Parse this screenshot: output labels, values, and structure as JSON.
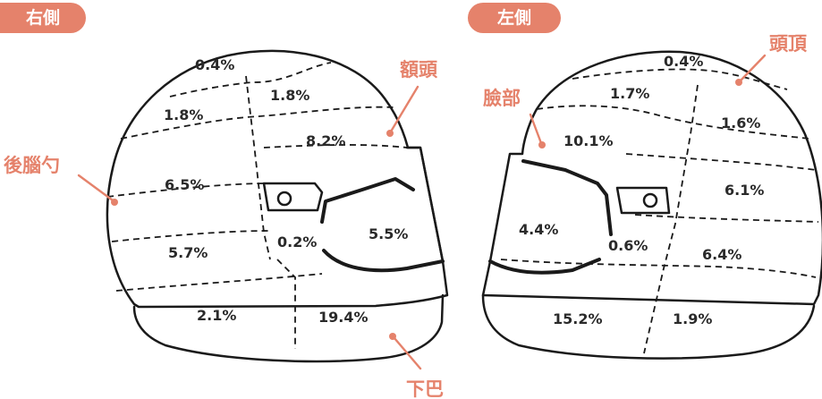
{
  "colors": {
    "accent": "#e5826b",
    "line": "#1a1a1a"
  },
  "right_side": {
    "badge": "右側",
    "regions": {
      "r1": "0.4%",
      "r2": "1.8%",
      "r3": "1.8%",
      "r4": "8.2%",
      "r5": "6.5%",
      "r6": "5.5%",
      "r7": "5.7%",
      "r8": "0.2%",
      "r9": "2.1%",
      "r10": "19.4%"
    },
    "callouts": {
      "forehead": "額頭",
      "back": "後腦勺",
      "chin": "下巴"
    }
  },
  "left_side": {
    "badge": "左側",
    "regions": {
      "l1": "0.4%",
      "l2": "1.7%",
      "l3": "1.6%",
      "l4": "10.1%",
      "l5": "6.1%",
      "l6": "4.4%",
      "l7": "0.6%",
      "l8": "6.4%",
      "l9": "15.2%",
      "l10": "1.9%"
    },
    "callouts": {
      "top": "頭頂",
      "face": "臉部"
    }
  }
}
